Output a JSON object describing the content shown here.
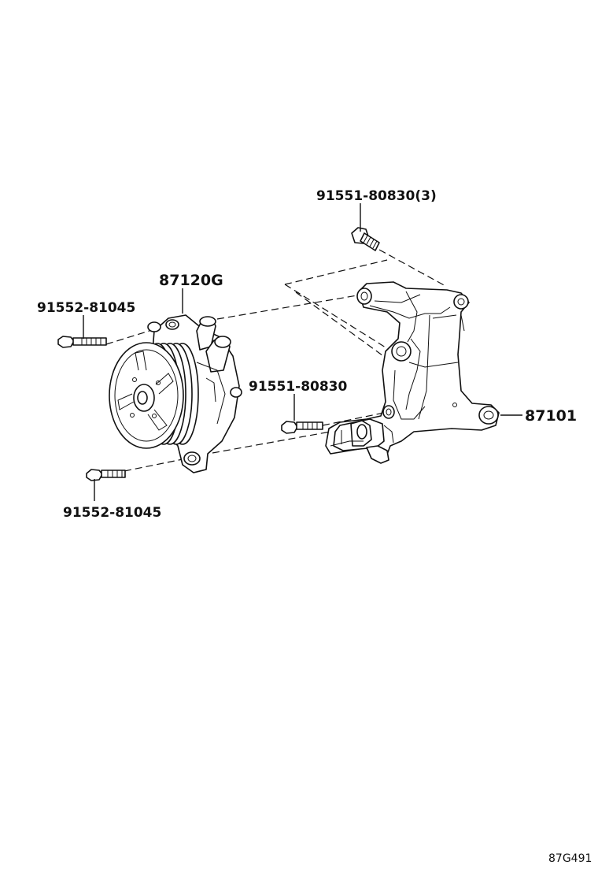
{
  "labels": {
    "bolt_top": "91551-80830(3)",
    "pump": "87120G",
    "bolt_left_upper": "91552-81045",
    "bolt_mid": "91551-80830",
    "bracket": "87101",
    "bolt_left_lower": "91552-81045"
  },
  "figure_id": "87G491",
  "colors": {
    "ink": "#111111",
    "background": "#ffffff"
  }
}
